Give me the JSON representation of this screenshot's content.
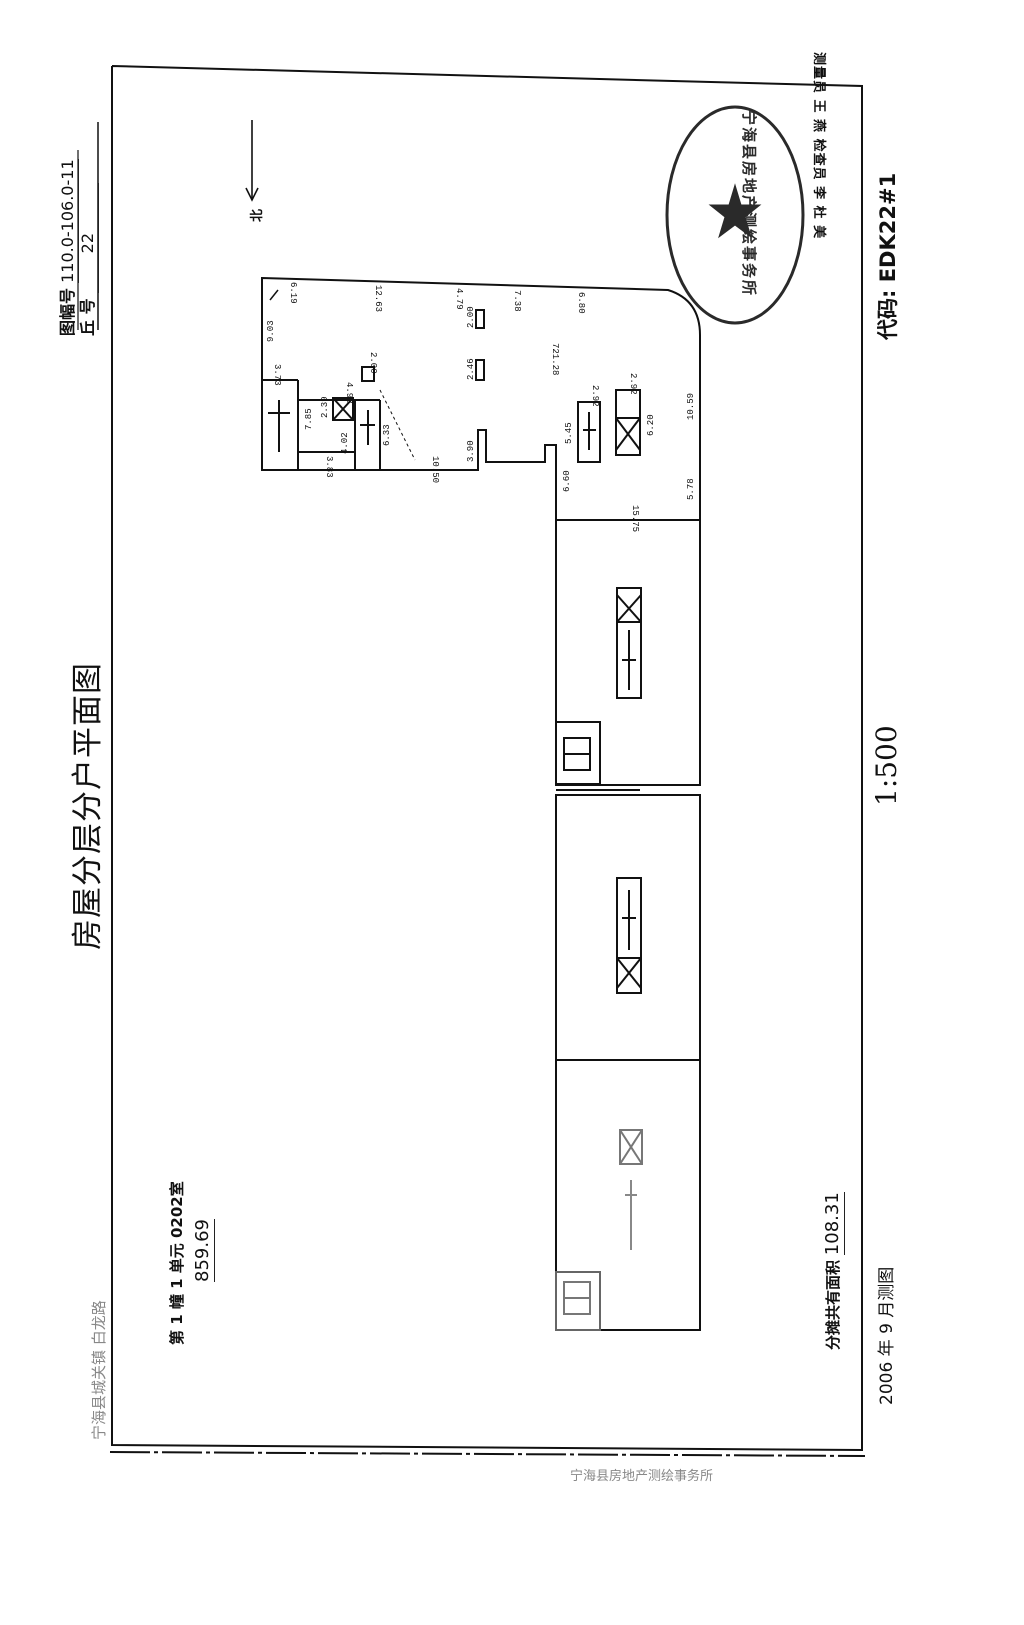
{
  "title": "房屋分层分户平面图",
  "scale": "1:500",
  "code": "代码: EDK22#1",
  "map_sheet_label": "图幅号",
  "map_sheet_no": "110.0-106.0-11",
  "lot_label": "丘  号",
  "lot_no": "22",
  "surveyor_line": "测量员 王  燕   检查员 李 杜 美",
  "address_line": "宁海县城关镇 白龙路",
  "unit_line": "第 1 幢 1 单元 0202室",
  "unit_area": "859.69",
  "shared_area_label": "分摊共有面积",
  "shared_area_value": "108.31",
  "survey_date": "2006 年 9 月测图",
  "bottom_faint_text": "宁海县房地产测绘事务所",
  "north_label": "北",
  "seal_text": "宁海县房地产测绘事务所",
  "colors": {
    "ink": "#111111",
    "seal": "#2a2a2a",
    "paper": "#ffffff"
  },
  "dims": {
    "d1": "6.19",
    "d2": "12.63",
    "d3": "4.79",
    "d4": "7.38",
    "d5": "6.80",
    "d6": "9.03",
    "d7": "3.73",
    "d8": "7.85",
    "d9": "2.39",
    "d10": "4.98",
    "d11": "2.00",
    "d12": "2.46",
    "d13": "2.00",
    "d14": "721.28",
    "d15": "2.92",
    "d16": "2.92",
    "d17": "5.45",
    "d18": "6.20",
    "d19": "10.59",
    "d20": "4.02",
    "d21": "6.33",
    "d22": "3.83",
    "d23": "10.50",
    "d24": "3.90",
    "d25": "6.60",
    "d26": "5.78",
    "d27": "15.75"
  }
}
